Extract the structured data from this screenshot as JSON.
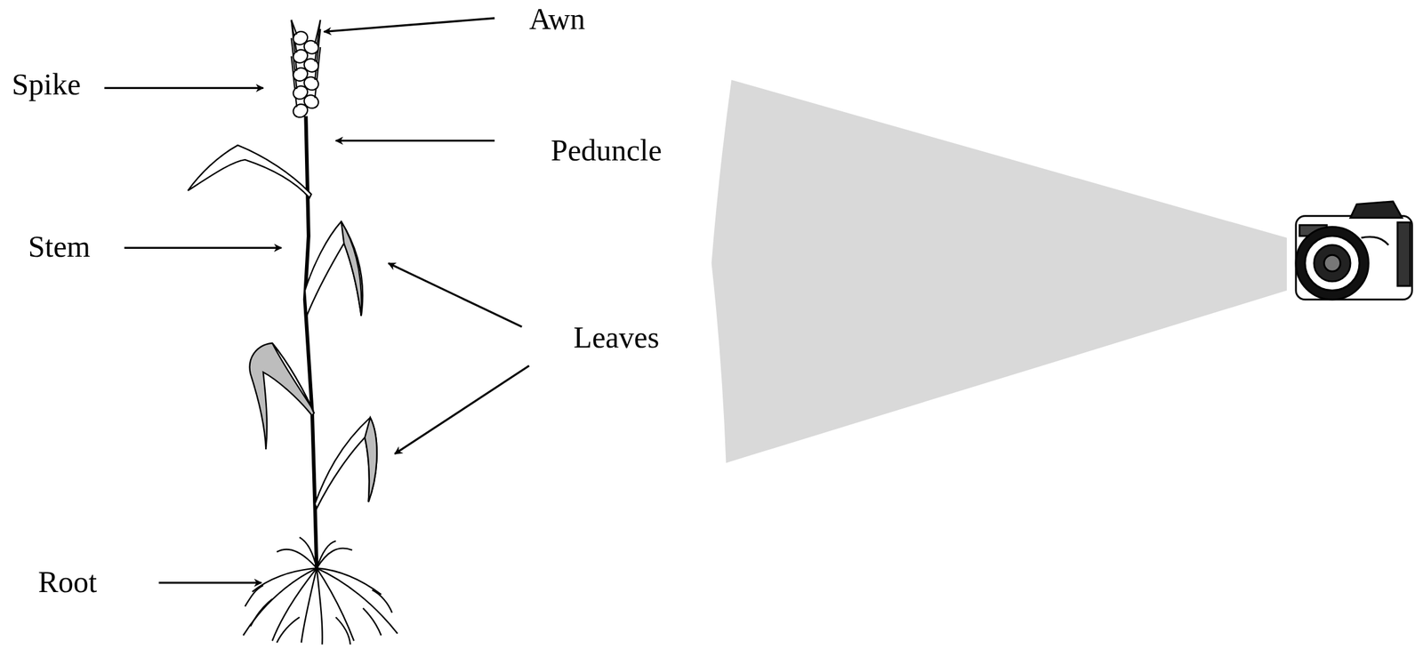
{
  "diagram": {
    "labels": [
      "Awn",
      "Spike",
      "Peduncle",
      "Stem",
      "Leaves",
      "Root"
    ]
  }
}
